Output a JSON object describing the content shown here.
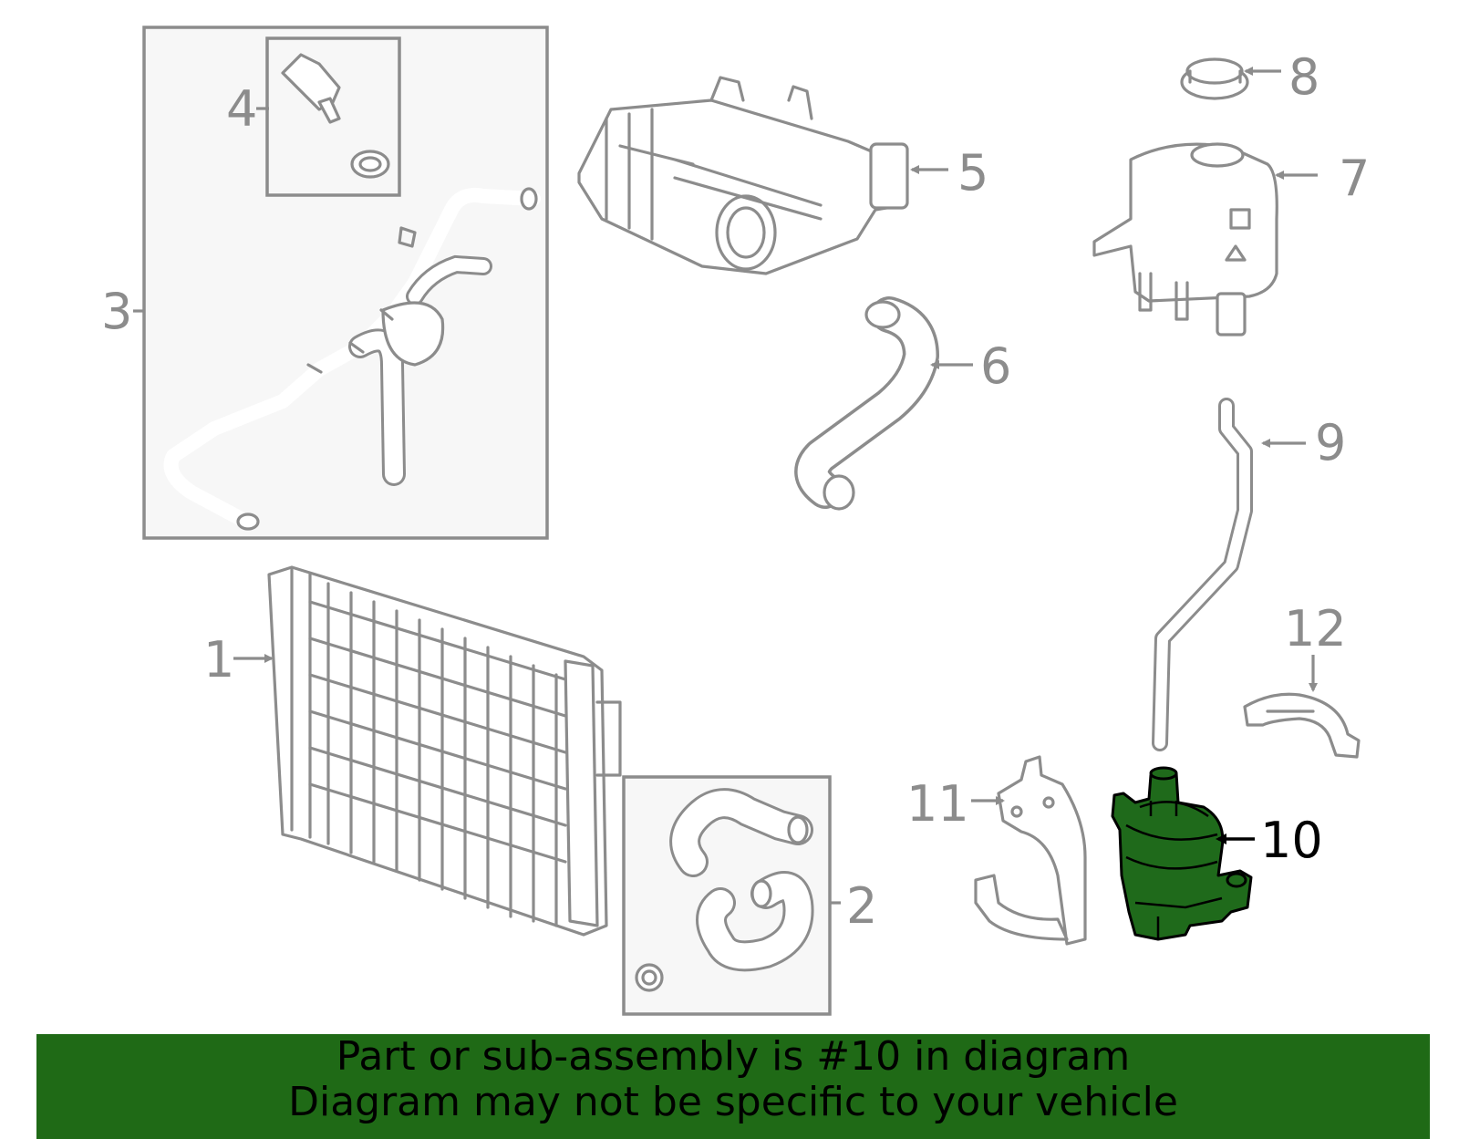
{
  "diagram": {
    "highlight_color": "#1f6a16",
    "highlighted_part": "10",
    "callouts": [
      "1",
      "2",
      "3",
      "4",
      "5",
      "6",
      "7",
      "8",
      "9",
      "10",
      "11",
      "12"
    ]
  },
  "banner": {
    "line1": "Part or sub-assembly is #10 in diagram",
    "line2": "Diagram may not be specific to your vehicle"
  }
}
